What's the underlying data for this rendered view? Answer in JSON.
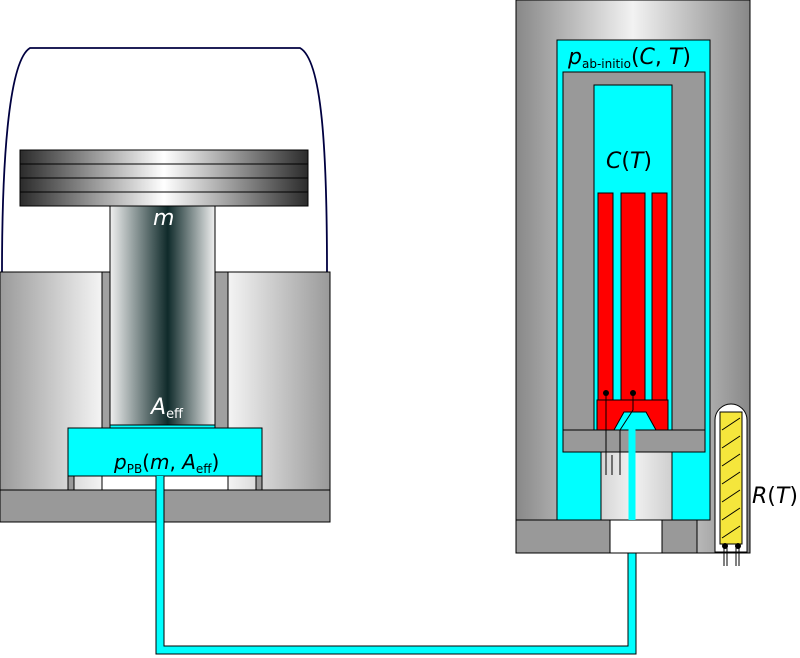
{
  "piston_gauge": {
    "mass_label": "m",
    "area_label": {
      "symbol": "A",
      "subscript": "eff"
    },
    "pressure_label": {
      "symbol": "p",
      "subscript": "PB",
      "open": "(",
      "arg1": "m",
      "sep": ", ",
      "arg2_symbol": "A",
      "arg2_subscript": "eff",
      "close": ")"
    }
  },
  "capacitance_cell": {
    "pressure_label": {
      "symbol": "p",
      "subscript": "ab-initio",
      "open": "(",
      "arg1": "C",
      "sep": ", ",
      "arg2": "T",
      "close": ")"
    },
    "capacitance_label": {
      "symbol": "C",
      "open": "(",
      "arg": "T",
      "close": ")"
    }
  },
  "thermometer": {
    "label": {
      "symbol": "R",
      "open": "(",
      "arg": "T",
      "close": ")"
    }
  },
  "colors": {
    "gas": "#00ffff",
    "metal": "#999999",
    "electrode": "#ff0000",
    "sensor": "#f5e63c",
    "outline": "#000000"
  }
}
